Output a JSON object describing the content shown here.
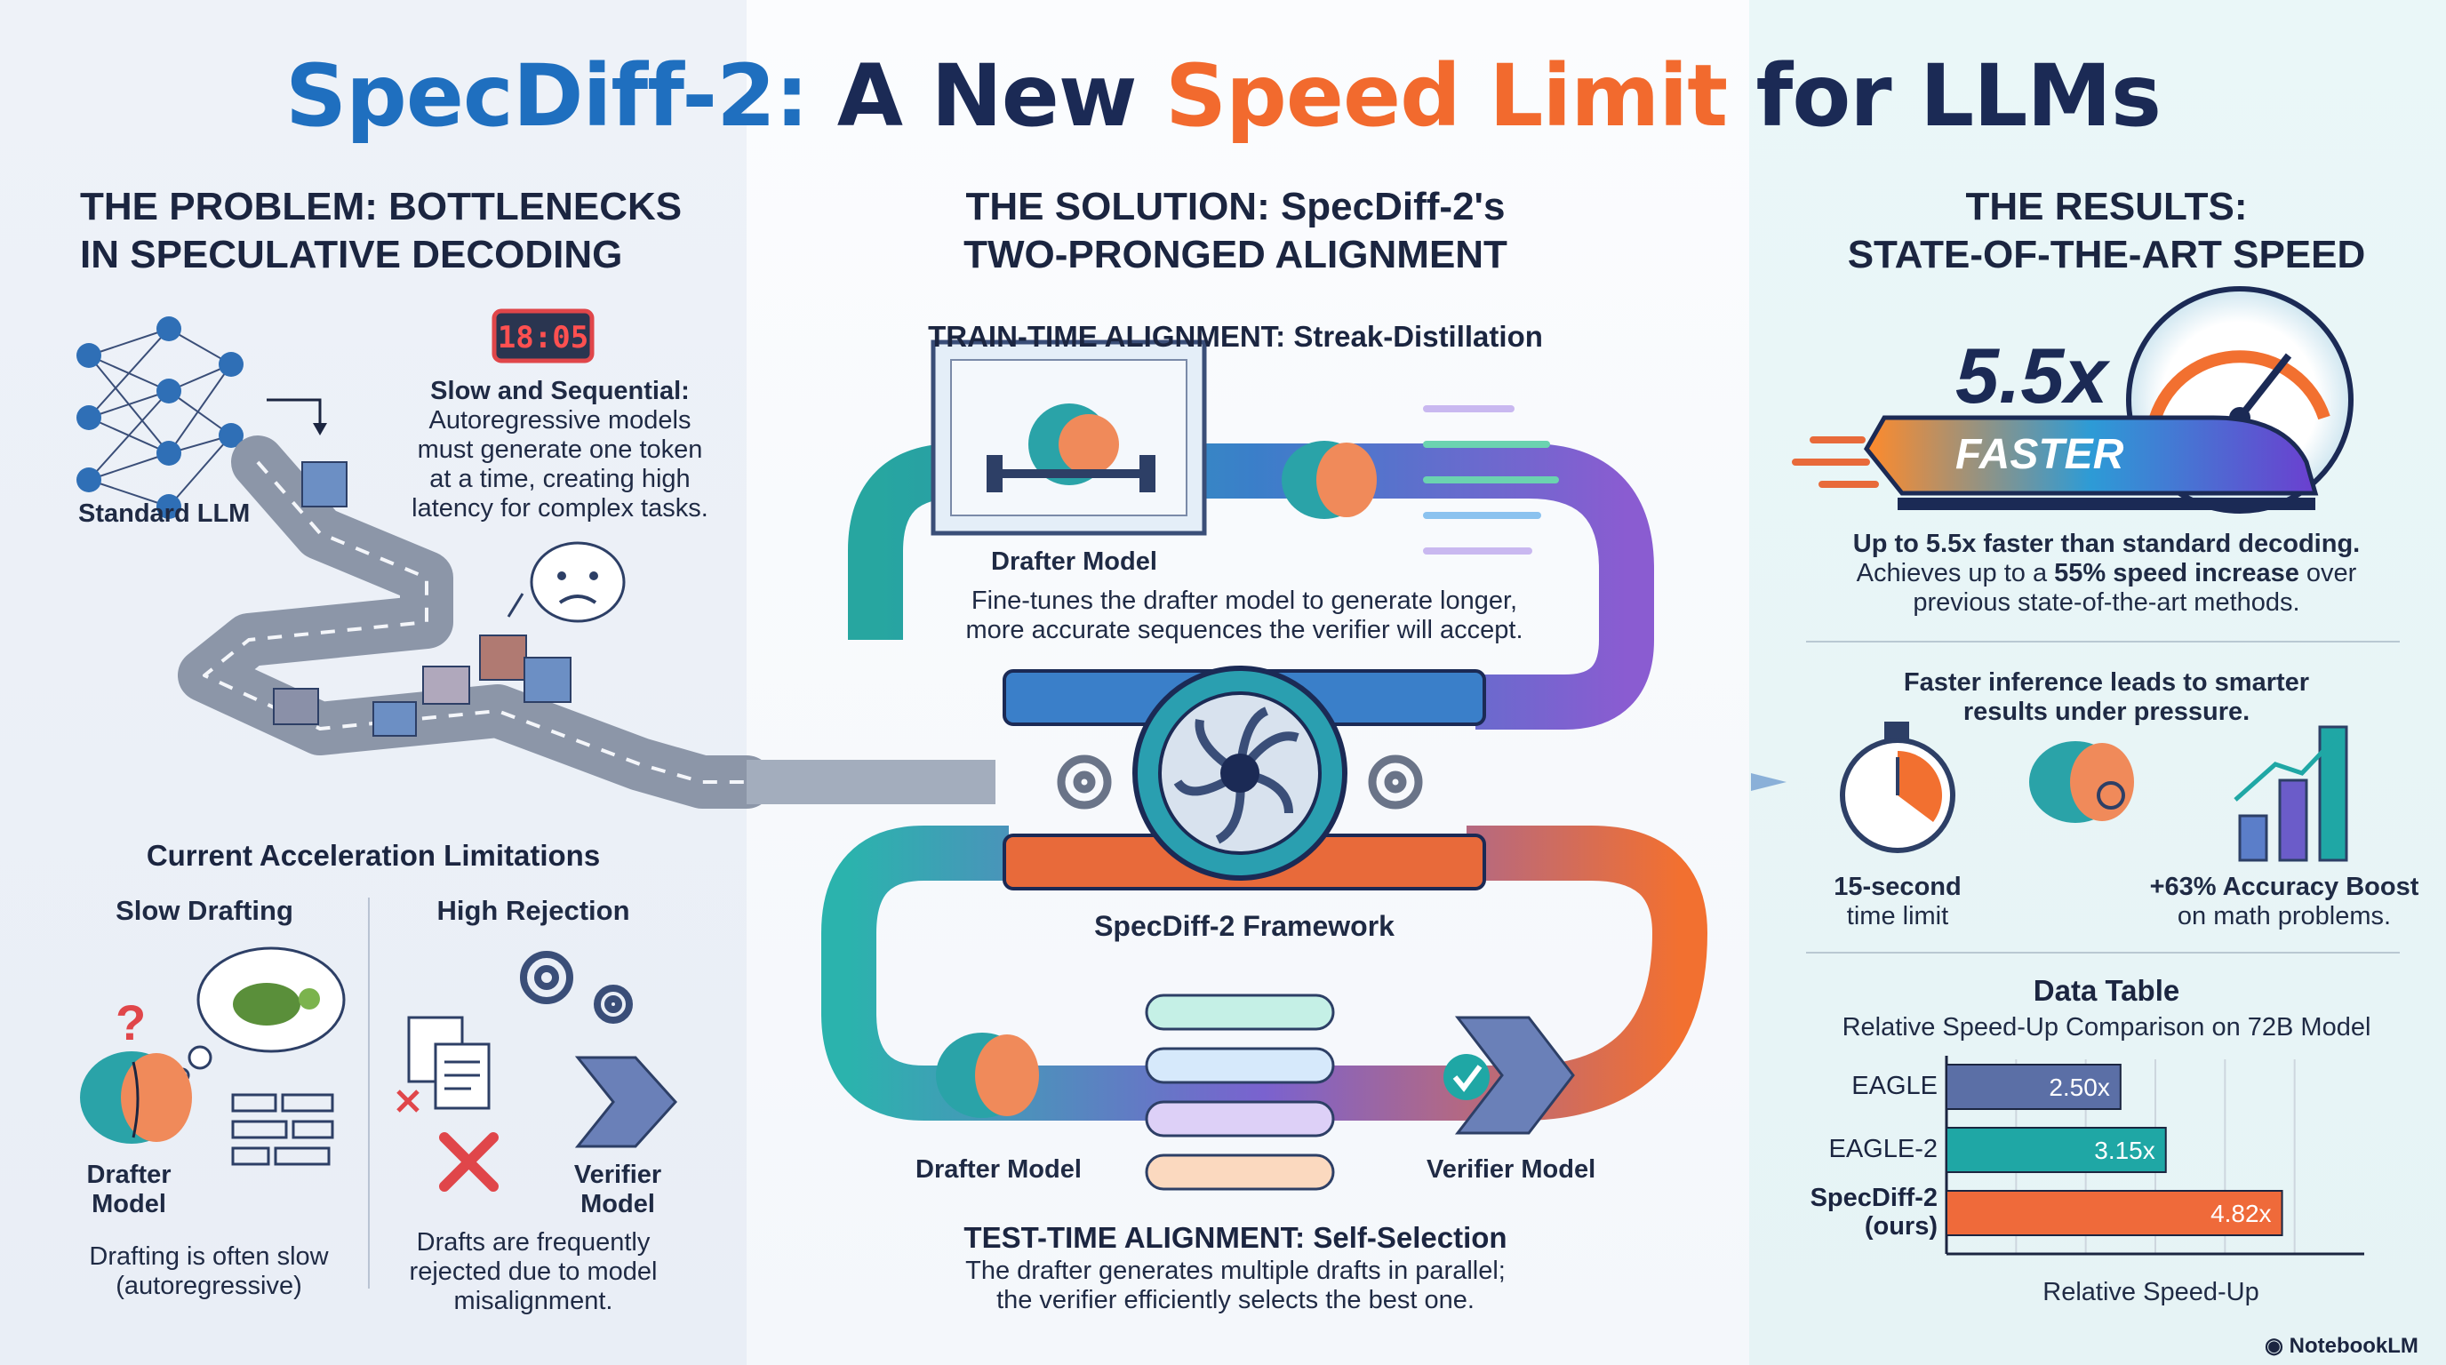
{
  "title": {
    "part1": "SpecDiff-2:",
    "part2": "A New",
    "part3": "Speed Limit",
    "part4": "for LLMs"
  },
  "problem": {
    "heading_line1": "THE PROBLEM: BOTTLENECKS",
    "heading_line2": "IN SPECULATIVE DECODING",
    "clock": "18:05",
    "llm_label": "Standard LLM",
    "slow_title": "Slow and Sequential:",
    "slow_lines": [
      "Autoregressive models",
      "must generate one token",
      "at a time, creating high",
      "latency for complex tasks."
    ],
    "limits_title": "Current Acceleration Limitations",
    "slow_drafting": "Slow Drafting",
    "high_rejection": "High Rejection",
    "drafter_l1": "Drafter",
    "drafter_l2": "Model",
    "verifier_l1": "Verifier",
    "verifier_l2": "Model",
    "drafting_note_l1": "Drafting is often slow",
    "drafting_note_l2": "(autoregressive)",
    "reject_note": [
      "Drafts are frequently",
      "rejected due to model",
      "misalignment."
    ]
  },
  "solution": {
    "heading_line1": "THE SOLUTION: SpecDiff-2's",
    "heading_line2": "TWO-PRONGED ALIGNMENT",
    "train_title": "TRAIN-TIME ALIGNMENT: Streak-Distillation",
    "drafter_model": "Drafter Model",
    "train_l1": "Fine-tunes the drafter model to generate longer,",
    "train_l2": "more accurate sequences the verifier will accept.",
    "framework": "SpecDiff-2 Framework",
    "drafter_model2": "Drafter Model",
    "verifier_model": "Verifier Model",
    "test_title": "TEST-TIME ALIGNMENT: Self-Selection",
    "test_l1": "The drafter generates multiple drafts in parallel;",
    "test_l2": "the verifier efficiently selects the best one."
  },
  "results": {
    "heading_line1": "THE RESULTS:",
    "heading_line2": "STATE-OF-THE-ART SPEED",
    "big": "5.5x",
    "faster": "FASTER",
    "r1_bold": "Up to 5.5x faster than standard decoding.",
    "r2_pre": "Achieves up to a ",
    "r2_bold": "55% speed increase",
    "r2_post": " over",
    "r3": "previous state-of-the-art methods.",
    "infer_l1": "Faster inference leads to smarter",
    "infer_l2": "results under pressure.",
    "time_l1": "15-second",
    "time_l2": "time limit",
    "acc_l1": "+63% Accuracy Boost",
    "acc_l2": "on math problems.",
    "table_title": "Data Table",
    "table_sub": "Relative Speed-Up Comparison on 72B Model",
    "xlabel": "Relative Speed-Up"
  },
  "chart_data": {
    "type": "bar",
    "orientation": "horizontal",
    "title": "Data Table",
    "subtitle": "Relative Speed-Up Comparison on 72B Model",
    "xlabel": "Relative Speed-Up",
    "categories": [
      "EAGLE",
      "EAGLE-2",
      "SpecDiff-2 (ours)"
    ],
    "values": [
      2.5,
      3.15,
      4.82
    ],
    "value_labels": [
      "2.50x",
      "3.15x",
      "4.82x"
    ],
    "colors": [
      "#5b6fa6",
      "#1fa7a5",
      "#ef6a3a"
    ],
    "xlim": [
      0,
      6
    ],
    "grid": true
  },
  "branding": "NotebookLM",
  "colors": {
    "blue": "#1f6fbf",
    "navy": "#1b2a55",
    "orange": "#f26a2e"
  }
}
